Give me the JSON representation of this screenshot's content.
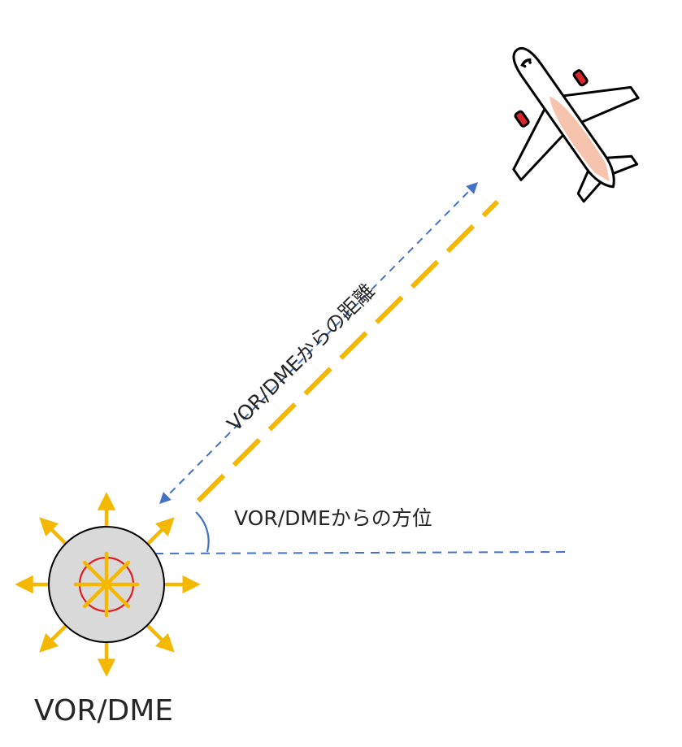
{
  "labels": {
    "distance": "VOR/DMEからの距離",
    "bearing": "VOR/DMEからの方位",
    "station": "VOR/DME"
  },
  "colors": {
    "signal": "#f5b800",
    "measure": "#4472c4",
    "station_fill": "#d9d9d9",
    "station_core": "#e01e1e",
    "airplane_body": "#ffffff",
    "airplane_accent": "#f6c3ad",
    "engine": "#d9262c",
    "outline": "#000000"
  },
  "icons": {
    "station": "vor-dme-station-icon",
    "aircraft": "airplane-icon"
  }
}
